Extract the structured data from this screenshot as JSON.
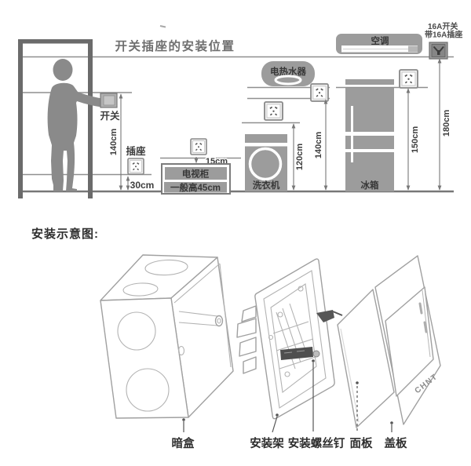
{
  "top": {
    "title": "开关插座的安装位置",
    "switch": "开关",
    "socket": "插座",
    "dims": {
      "switch_h": "140cm",
      "socket_h": "30cm",
      "tv_gap": "15cm",
      "washer_h": "120cm",
      "heater_h": "140cm",
      "fridge_h": "150cm",
      "ac_h": "180cm"
    },
    "appliances": {
      "tv_cabinet": "电视柜",
      "tv_cabinet_note": "一般高45cm",
      "washer": "洗衣机",
      "heater": "电热水器",
      "fridge": "冰箱",
      "ac": "空调"
    },
    "ac_note1": "16A开关",
    "ac_note2": "带16A插座"
  },
  "bottom": {
    "title": "安装示意图:",
    "brand": "CHNT",
    "box": "暗盒",
    "bracket": "安装架",
    "screws": "安装螺丝钉",
    "panel": "面板",
    "cover": "盖板"
  },
  "colors": {
    "appliance_gray": "#9c9c9c",
    "line_gray": "#8f8f8f",
    "text_dark": "#3d3d3d",
    "silhouette": "#8a8a8a"
  }
}
